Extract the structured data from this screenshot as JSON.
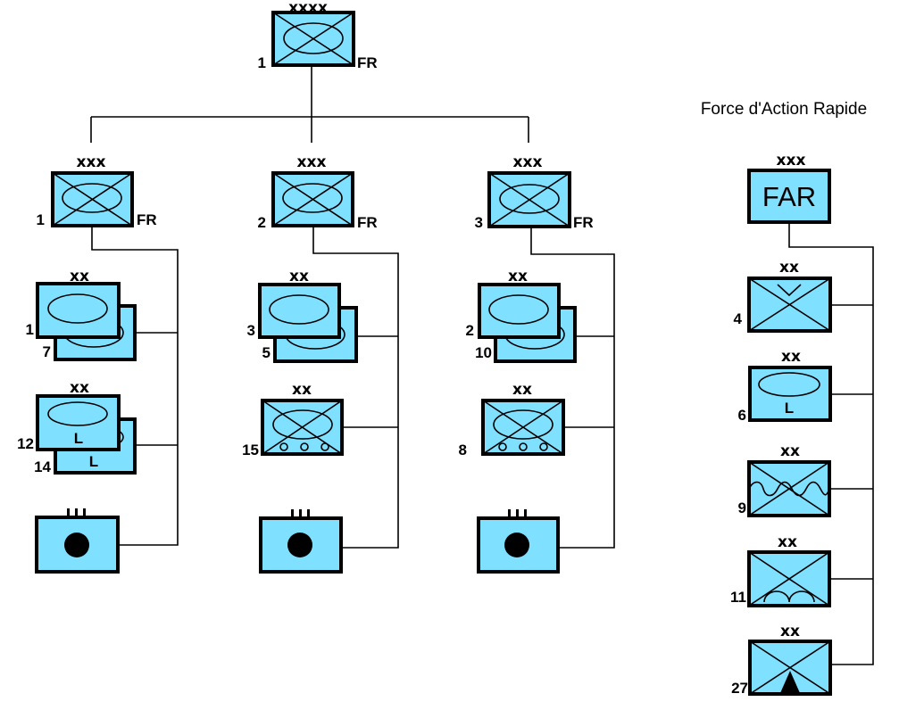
{
  "echelons": {
    "army": "xxxx",
    "corps": "xxx",
    "division": "xx"
  },
  "army": {
    "number": "1",
    "suffix": "FR"
  },
  "corps": [
    {
      "number": "1",
      "suffix": "FR",
      "divisions": [
        {
          "front": "1",
          "back": "7"
        },
        {
          "front": "12",
          "back": "14",
          "front_mark": "L",
          "back_mark": "L"
        }
      ]
    },
    {
      "number": "2",
      "suffix": "FR",
      "divisions": [
        {
          "front": "3",
          "back": "5"
        },
        {
          "number": "15"
        }
      ]
    },
    {
      "number": "3",
      "suffix": "FR",
      "divisions": [
        {
          "front": "2",
          "back": "10"
        },
        {
          "number": "8"
        }
      ]
    }
  ],
  "far": {
    "title": "Force d'Action Rapide",
    "label": "FAR",
    "divisions": [
      {
        "number": "4",
        "type": "airborne"
      },
      {
        "number": "6",
        "type": "light armour",
        "mark": "L"
      },
      {
        "number": "9",
        "type": "marine"
      },
      {
        "number": "11",
        "type": "airborne"
      },
      {
        "number": "27",
        "type": "mountain"
      }
    ]
  }
}
